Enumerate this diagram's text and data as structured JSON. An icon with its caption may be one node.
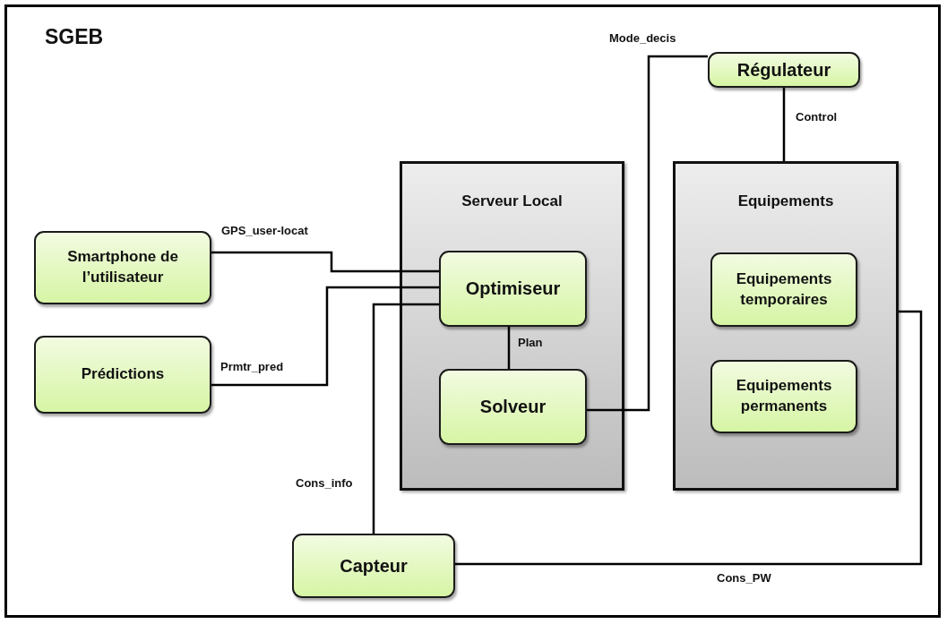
{
  "diagram": {
    "nodes": [
      {
        "text": [
          "SGEB"
        ]
      },
      {
        "text": [
          "Smartphone de l’utilisateur"
        ],
        "in": 0
      },
      {
        "text": [
          "Prédictions"
        ],
        "in": 0
      },
      {
        "text": [
          "Serveur Local"
        ],
        "in": 0
      },
      {
        "text": [
          "Optimiseur"
        ],
        "in": 3
      },
      {
        "text": [
          "Solveur"
        ],
        "in": 3
      },
      {
        "text": [
          "Régulateur"
        ],
        "in": 0
      },
      {
        "text": [
          "Equipements"
        ],
        "in": 0
      },
      {
        "text": [
          "Equipements temporaires"
        ],
        "in": 7
      },
      {
        "text": [
          "Equipements permanents"
        ],
        "in": 7
      },
      {
        "text": [
          "Capteur"
        ],
        "in": 0
      }
    ],
    "edges": [
      {
        "from": 1,
        "to": 4,
        "label": "GPS_user-locat",
        "arrow": "none"
      },
      {
        "from": 2,
        "to": 4,
        "label": "Prmtr_pred",
        "arrow": "none"
      },
      {
        "from": 10,
        "to": 4,
        "label": "Cons_info",
        "arrow": "none"
      },
      {
        "from": 4,
        "to": 5,
        "label": "Plan",
        "arrow": "none"
      },
      {
        "from": 5,
        "to": 6,
        "label": "Mode_decis",
        "arrow": "none"
      },
      {
        "from": 6,
        "to": 7,
        "label": "Control",
        "arrow": "none"
      },
      {
        "from": 7,
        "to": 10,
        "label": "Cons_PW",
        "arrow": "none"
      }
    ]
  }
}
